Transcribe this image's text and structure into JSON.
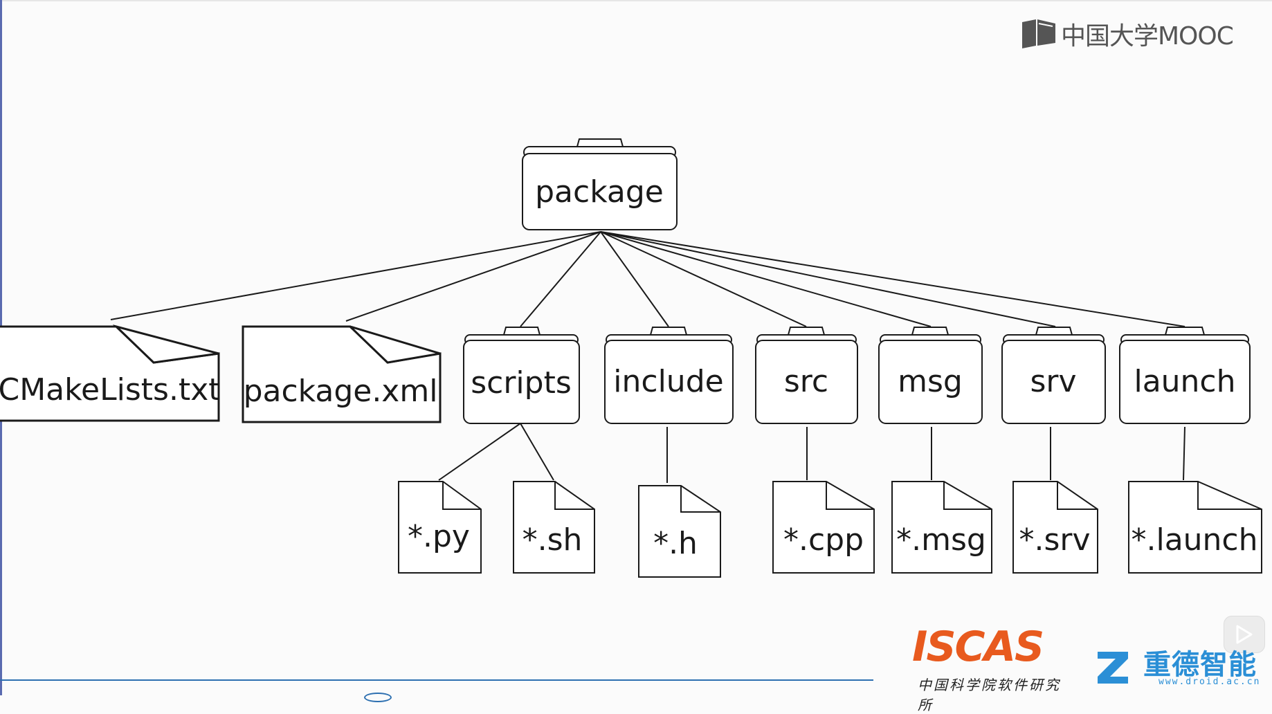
{
  "branding": {
    "mooc_text": "中国大学MOOC",
    "iscas_word": "ISCAS",
    "iscas_sub": "中国科学院软件研究所",
    "zhongde_name": "重德智能",
    "zhongde_url": "www.droid.ac.cn"
  },
  "diagram": {
    "root": "package",
    "children": [
      "CMakeLists.txt",
      "package.xml",
      "scripts",
      "include",
      "src",
      "msg",
      "srv",
      "launch"
    ],
    "leaves": [
      "*.py",
      "*.sh",
      "*.h",
      "*.cpp",
      "*.msg",
      "*.srv",
      "*.launch"
    ]
  },
  "colors": {
    "stroke": "#1a1a1a",
    "folder_fill": "#ffffff",
    "file_fill": "#ffffff",
    "accent_blue": "#2c6fb0",
    "iscas_orange": "#e85a1e",
    "zhongde_blue": "#2b8fd6"
  },
  "icons": [
    "mooc-logo-icon",
    "zhongde-z-icon",
    "play-icon"
  ]
}
